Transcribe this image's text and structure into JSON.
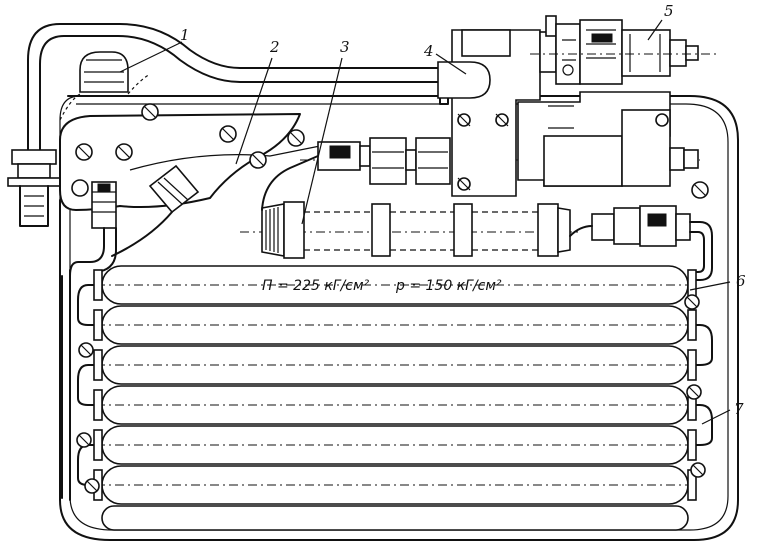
{
  "callouts": [
    {
      "id": "1",
      "text": "1"
    },
    {
      "id": "2",
      "text": "2"
    },
    {
      "id": "3",
      "text": "3"
    },
    {
      "id": "4",
      "text": "4"
    },
    {
      "id": "5",
      "text": "5"
    },
    {
      "id": "6",
      "text": "6"
    },
    {
      "id": "7",
      "text": "7"
    }
  ],
  "annotations": {
    "pressure_high": "П = 225 кГ/см²",
    "pressure_work": "р = 150 кГ/см²"
  }
}
